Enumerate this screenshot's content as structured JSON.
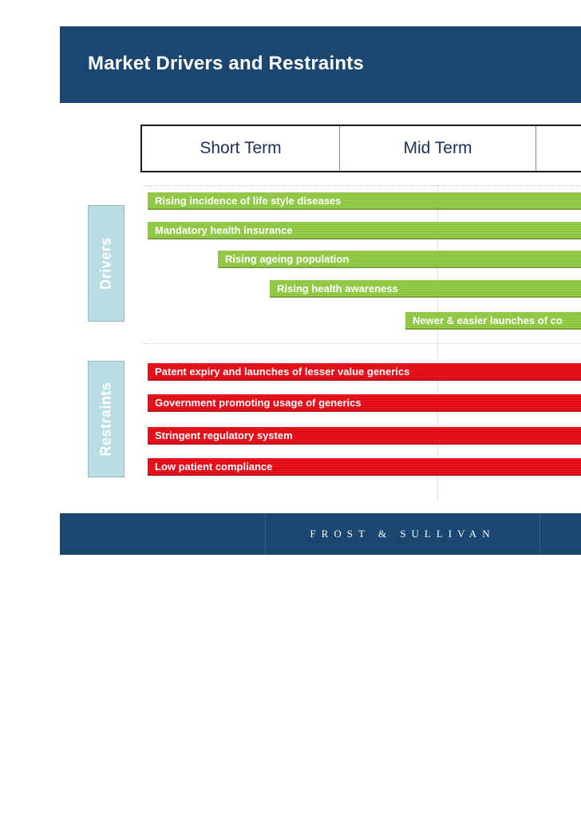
{
  "title": "Market Drivers and Restraints",
  "terms": [
    "Short Term",
    "Mid Term",
    ""
  ],
  "sections": {
    "drivers_label": "Drivers",
    "restraints_label": "Restraints"
  },
  "drivers": [
    "Rising incidence of life style diseases",
    "Mandatory health insurance",
    "Rising ageing population",
    "Rising health awareness",
    "Newer & easier launches of co"
  ],
  "restraints": [
    "Patent expiry and launches of lesser value generics",
    "Government promoting usage of generics",
    "Stringent regulatory system",
    "Low patient compliance"
  ],
  "footer_logo": "FROST & SULLIVAN",
  "colors": {
    "header": "#1b4670",
    "driver_bar": "#8cc63f",
    "restraint_bar": "#e30613",
    "section_tab": "#b9dde3"
  }
}
